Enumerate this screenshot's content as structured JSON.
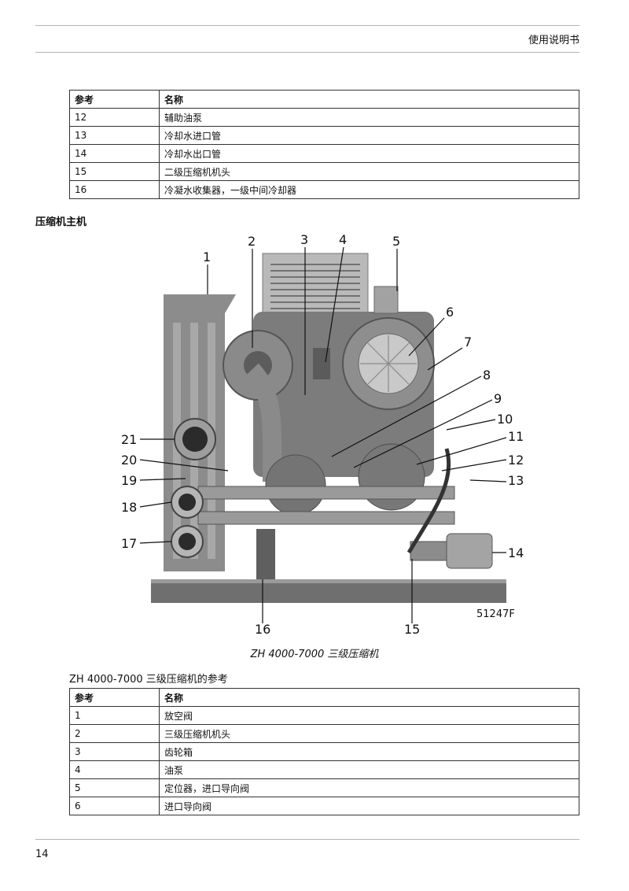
{
  "header": {
    "title": "使用说明书"
  },
  "table_top": {
    "col_ref": "参考",
    "col_name": "名称",
    "rows": [
      {
        "ref": "12",
        "name": "辅助油泵"
      },
      {
        "ref": "13",
        "name": "冷却水进口管"
      },
      {
        "ref": "14",
        "name": "冷却水出口管"
      },
      {
        "ref": "15",
        "name": "二级压缩机机头"
      },
      {
        "ref": "16",
        "name": "冷凝水收集器，一级中间冷却器"
      }
    ]
  },
  "section": {
    "heading": "压缩机主机"
  },
  "figure": {
    "code": "51247F",
    "callouts": [
      "1",
      "2",
      "3",
      "4",
      "5",
      "6",
      "7",
      "8",
      "9",
      "10",
      "11",
      "12",
      "13",
      "14",
      "15",
      "16",
      "17",
      "18",
      "19",
      "20",
      "21"
    ],
    "caption": "ZH 4000-7000 三级压缩机"
  },
  "table_bottom": {
    "intro": "ZH 4000-7000 三级压缩机的参考",
    "col_ref": "参考",
    "col_name": "名称",
    "rows": [
      {
        "ref": "1",
        "name": "放空阀"
      },
      {
        "ref": "2",
        "name": "三级压缩机机头"
      },
      {
        "ref": "3",
        "name": "齿轮箱"
      },
      {
        "ref": "4",
        "name": "油泵"
      },
      {
        "ref": "5",
        "name": "定位器，进口导向阀"
      },
      {
        "ref": "6",
        "name": "进口导向阀"
      }
    ]
  },
  "footer": {
    "page_number": "14"
  }
}
